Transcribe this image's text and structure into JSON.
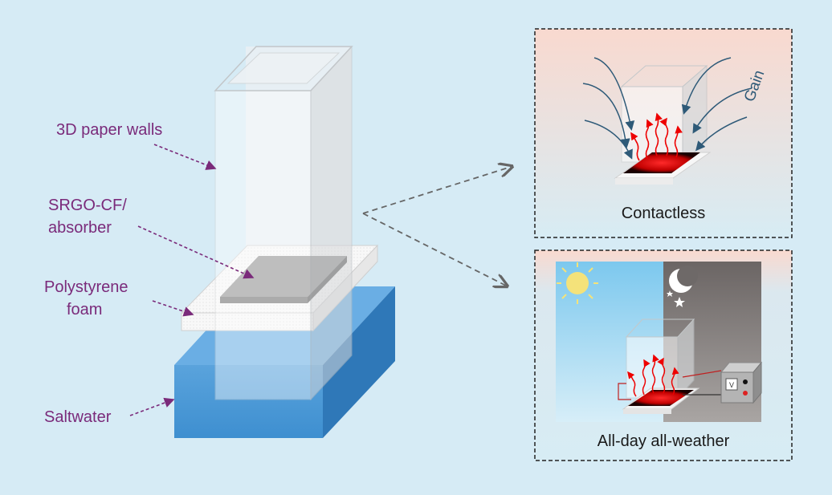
{
  "labels": {
    "walls": "3D paper walls",
    "absorber_line1": "SRGO-CF/",
    "absorber_line2": "absorber",
    "foam_line1": "Polystyrene",
    "foam_line2": "foam",
    "saltwater": "Saltwater"
  },
  "panel_top": {
    "caption": "Contactless",
    "gain_label": "Gain"
  },
  "panel_bottom": {
    "caption": "All-day all-weather",
    "meter_label": "V"
  },
  "colors": {
    "background": "#d6ebf5",
    "label": "#7a2a7a",
    "water": "#3e8fd0",
    "absorber": "#888888",
    "heat": "#ff2020",
    "gain_arrow": "#2e5a78"
  }
}
